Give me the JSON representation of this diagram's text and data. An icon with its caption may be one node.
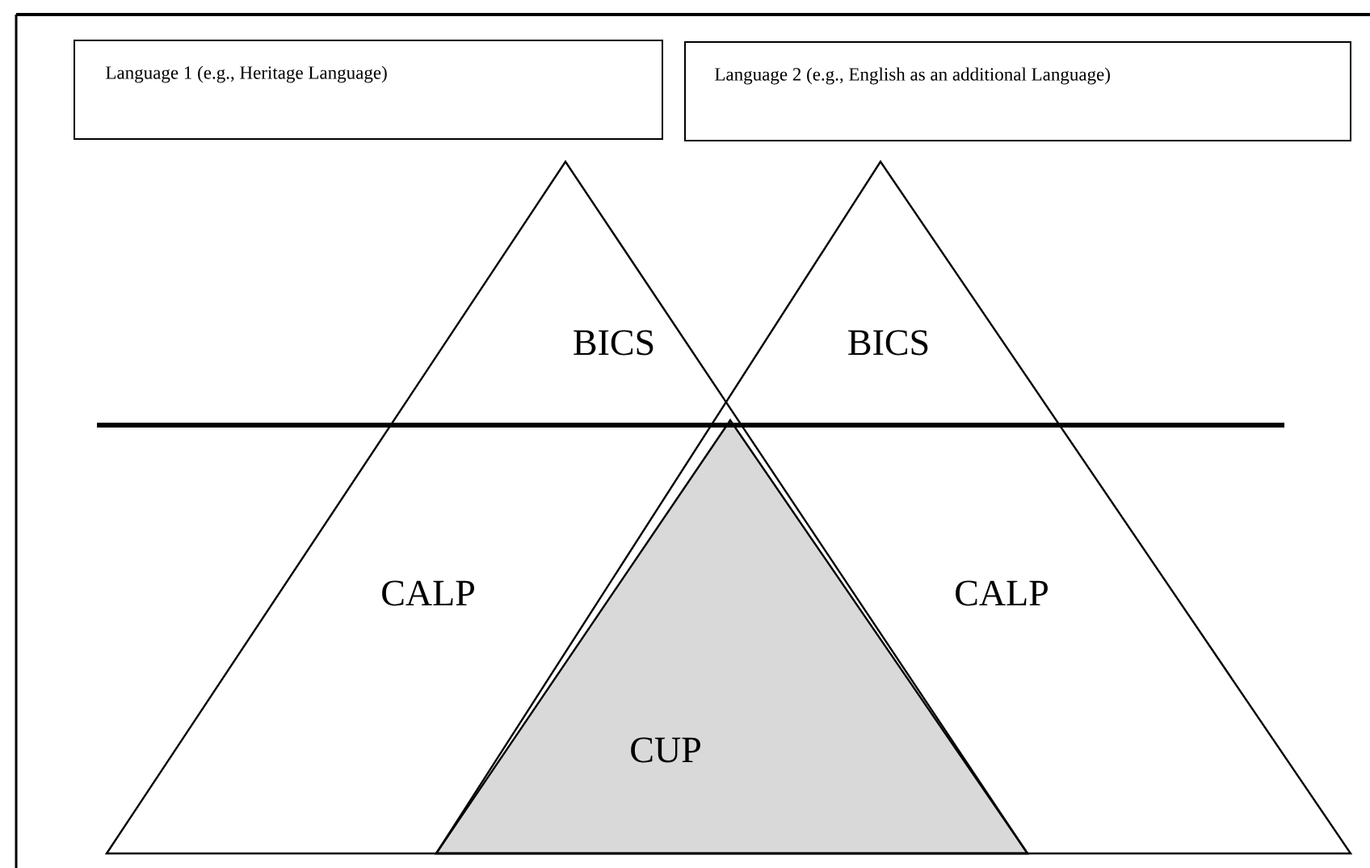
{
  "diagram": {
    "nodes": [
      {
        "text": [
          "Language 1 (e.g., Heritage Language)"
        ]
      },
      {
        "text": [
          "Language 2 (e.g., English as an additional Language)"
        ]
      },
      {
        "text": [
          "BICS",
          "CALP"
        ]
      },
      {
        "text": [
          "BICS",
          "CALP"
        ]
      },
      {
        "text": [
          "CUP"
        ]
      }
    ]
  }
}
